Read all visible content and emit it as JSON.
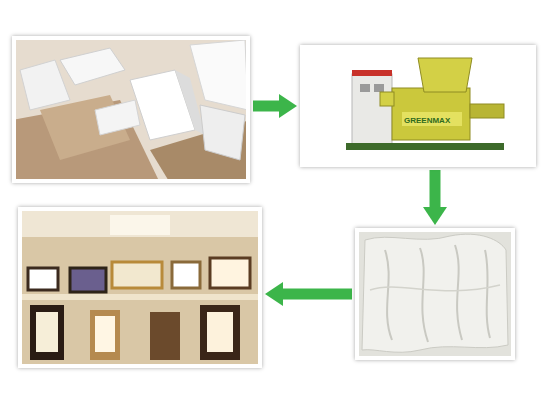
{
  "diagram": {
    "nodes": [
      {
        "text": []
      },
      {
        "text": [
          "GREENMAX"
        ]
      },
      {
        "text": []
      },
      {
        "text": []
      }
    ],
    "edges": [
      {
        "from": 0,
        "to": 1,
        "arrow": "to"
      },
      {
        "from": 1,
        "to": 2,
        "arrow": "to"
      },
      {
        "from": 2,
        "to": 3,
        "arrow": "to"
      }
    ]
  }
}
